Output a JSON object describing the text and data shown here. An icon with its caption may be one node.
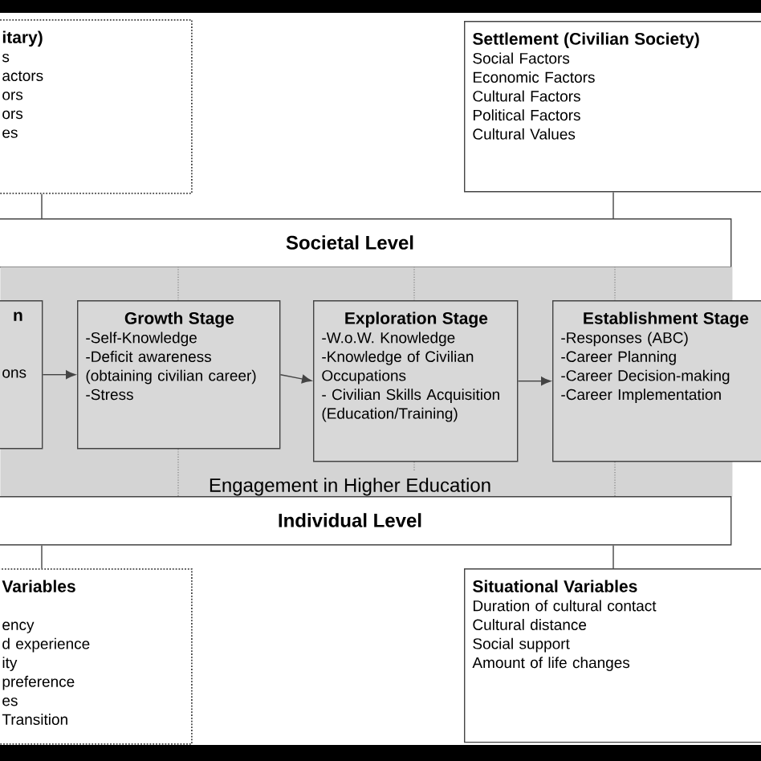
{
  "diagram": {
    "nodes": [
      {
        "text": [
          "itary)",
          "s",
          "actors",
          "ors",
          "ors",
          "es"
        ]
      },
      {
        "text": [
          "Settlement (Civilian Society)",
          "Social Factors",
          "Economic Factors",
          "Cultural Factors",
          "Political Factors",
          "Cultural Values"
        ]
      },
      {
        "text": [
          "Societal Level"
        ]
      },
      {
        "text": [
          "Engagement in Higher Education"
        ]
      },
      {
        "text": [
          "n",
          "ons"
        ],
        "in": 3
      },
      {
        "text": [
          "Growth Stage",
          "-Self-Knowledge",
          "-Deficit awareness (obtaining civilian career)",
          "-Stress"
        ],
        "in": 3
      },
      {
        "text": [
          "Exploration Stage",
          "-W.o.W. Knowledge",
          "-Knowledge of Civilian Occupations",
          "- Civilian Skills Acquisition (Education/Training)"
        ],
        "in": 3
      },
      {
        "text": [
          "Establishment Stage",
          "-Responses (ABC)",
          "-Career Planning",
          "-Career Decision-making",
          "-Career Implementation"
        ]
      },
      {
        "text": [
          "Individual Level"
        ]
      },
      {
        "text": [
          "Variables",
          "ency",
          "d experience",
          "ity",
          "preference",
          "es",
          "Transition"
        ]
      },
      {
        "text": [
          "Situational Variables",
          "Duration of cultural contact",
          "Cultural distance",
          "Social support",
          "Amount of life changes"
        ]
      }
    ],
    "edges": [
      {
        "from": 0,
        "to": 2,
        "arrow": "none"
      },
      {
        "from": 1,
        "to": 2,
        "arrow": "none"
      },
      {
        "from": 4,
        "to": 5,
        "arrow": "to"
      },
      {
        "from": 5,
        "to": 6,
        "arrow": "to"
      },
      {
        "from": 6,
        "to": 7,
        "arrow": "to"
      },
      {
        "from": 8,
        "to": 9,
        "arrow": "none"
      },
      {
        "from": 8,
        "to": 10,
        "arrow": "none"
      }
    ]
  }
}
